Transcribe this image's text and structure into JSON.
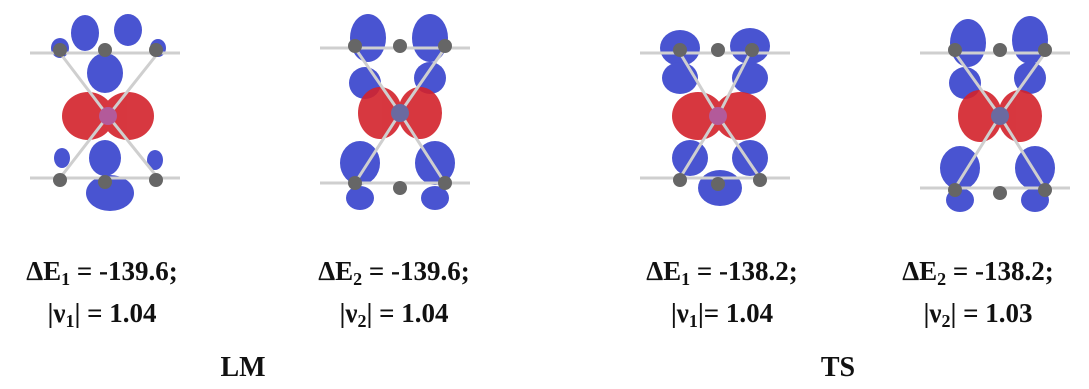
{
  "panels": [
    {
      "delta_sym": "ΔE",
      "delta_sub": "1",
      "delta_val": " = -139.6;",
      "nu_pre": "|ν",
      "nu_sub": "1",
      "nu_post": "| = 1.04"
    },
    {
      "delta_sym": "ΔE",
      "delta_sub": "2",
      "delta_val": " = -139.6;",
      "nu_pre": "|ν",
      "nu_sub": "2",
      "nu_post": "| = 1.04"
    },
    {
      "delta_sym": "ΔE",
      "delta_sub": "1",
      "delta_val": " = -138.2;",
      "nu_pre": "|ν",
      "nu_sub": "1",
      "nu_post": "|= 1.04"
    },
    {
      "delta_sym": "ΔE",
      "delta_sub": "2",
      "delta_val": " = -138.2;",
      "nu_pre": "|ν",
      "nu_sub": "2",
      "nu_post": "| = 1.03"
    }
  ],
  "groups": [
    "LM",
    "TS"
  ],
  "colors": {
    "negative_lobe": "#2a37c9",
    "positive_lobe": "#d3222b",
    "metal": "#6a6aa0",
    "carbon": "#666666",
    "bond": "#cfcfcf"
  }
}
